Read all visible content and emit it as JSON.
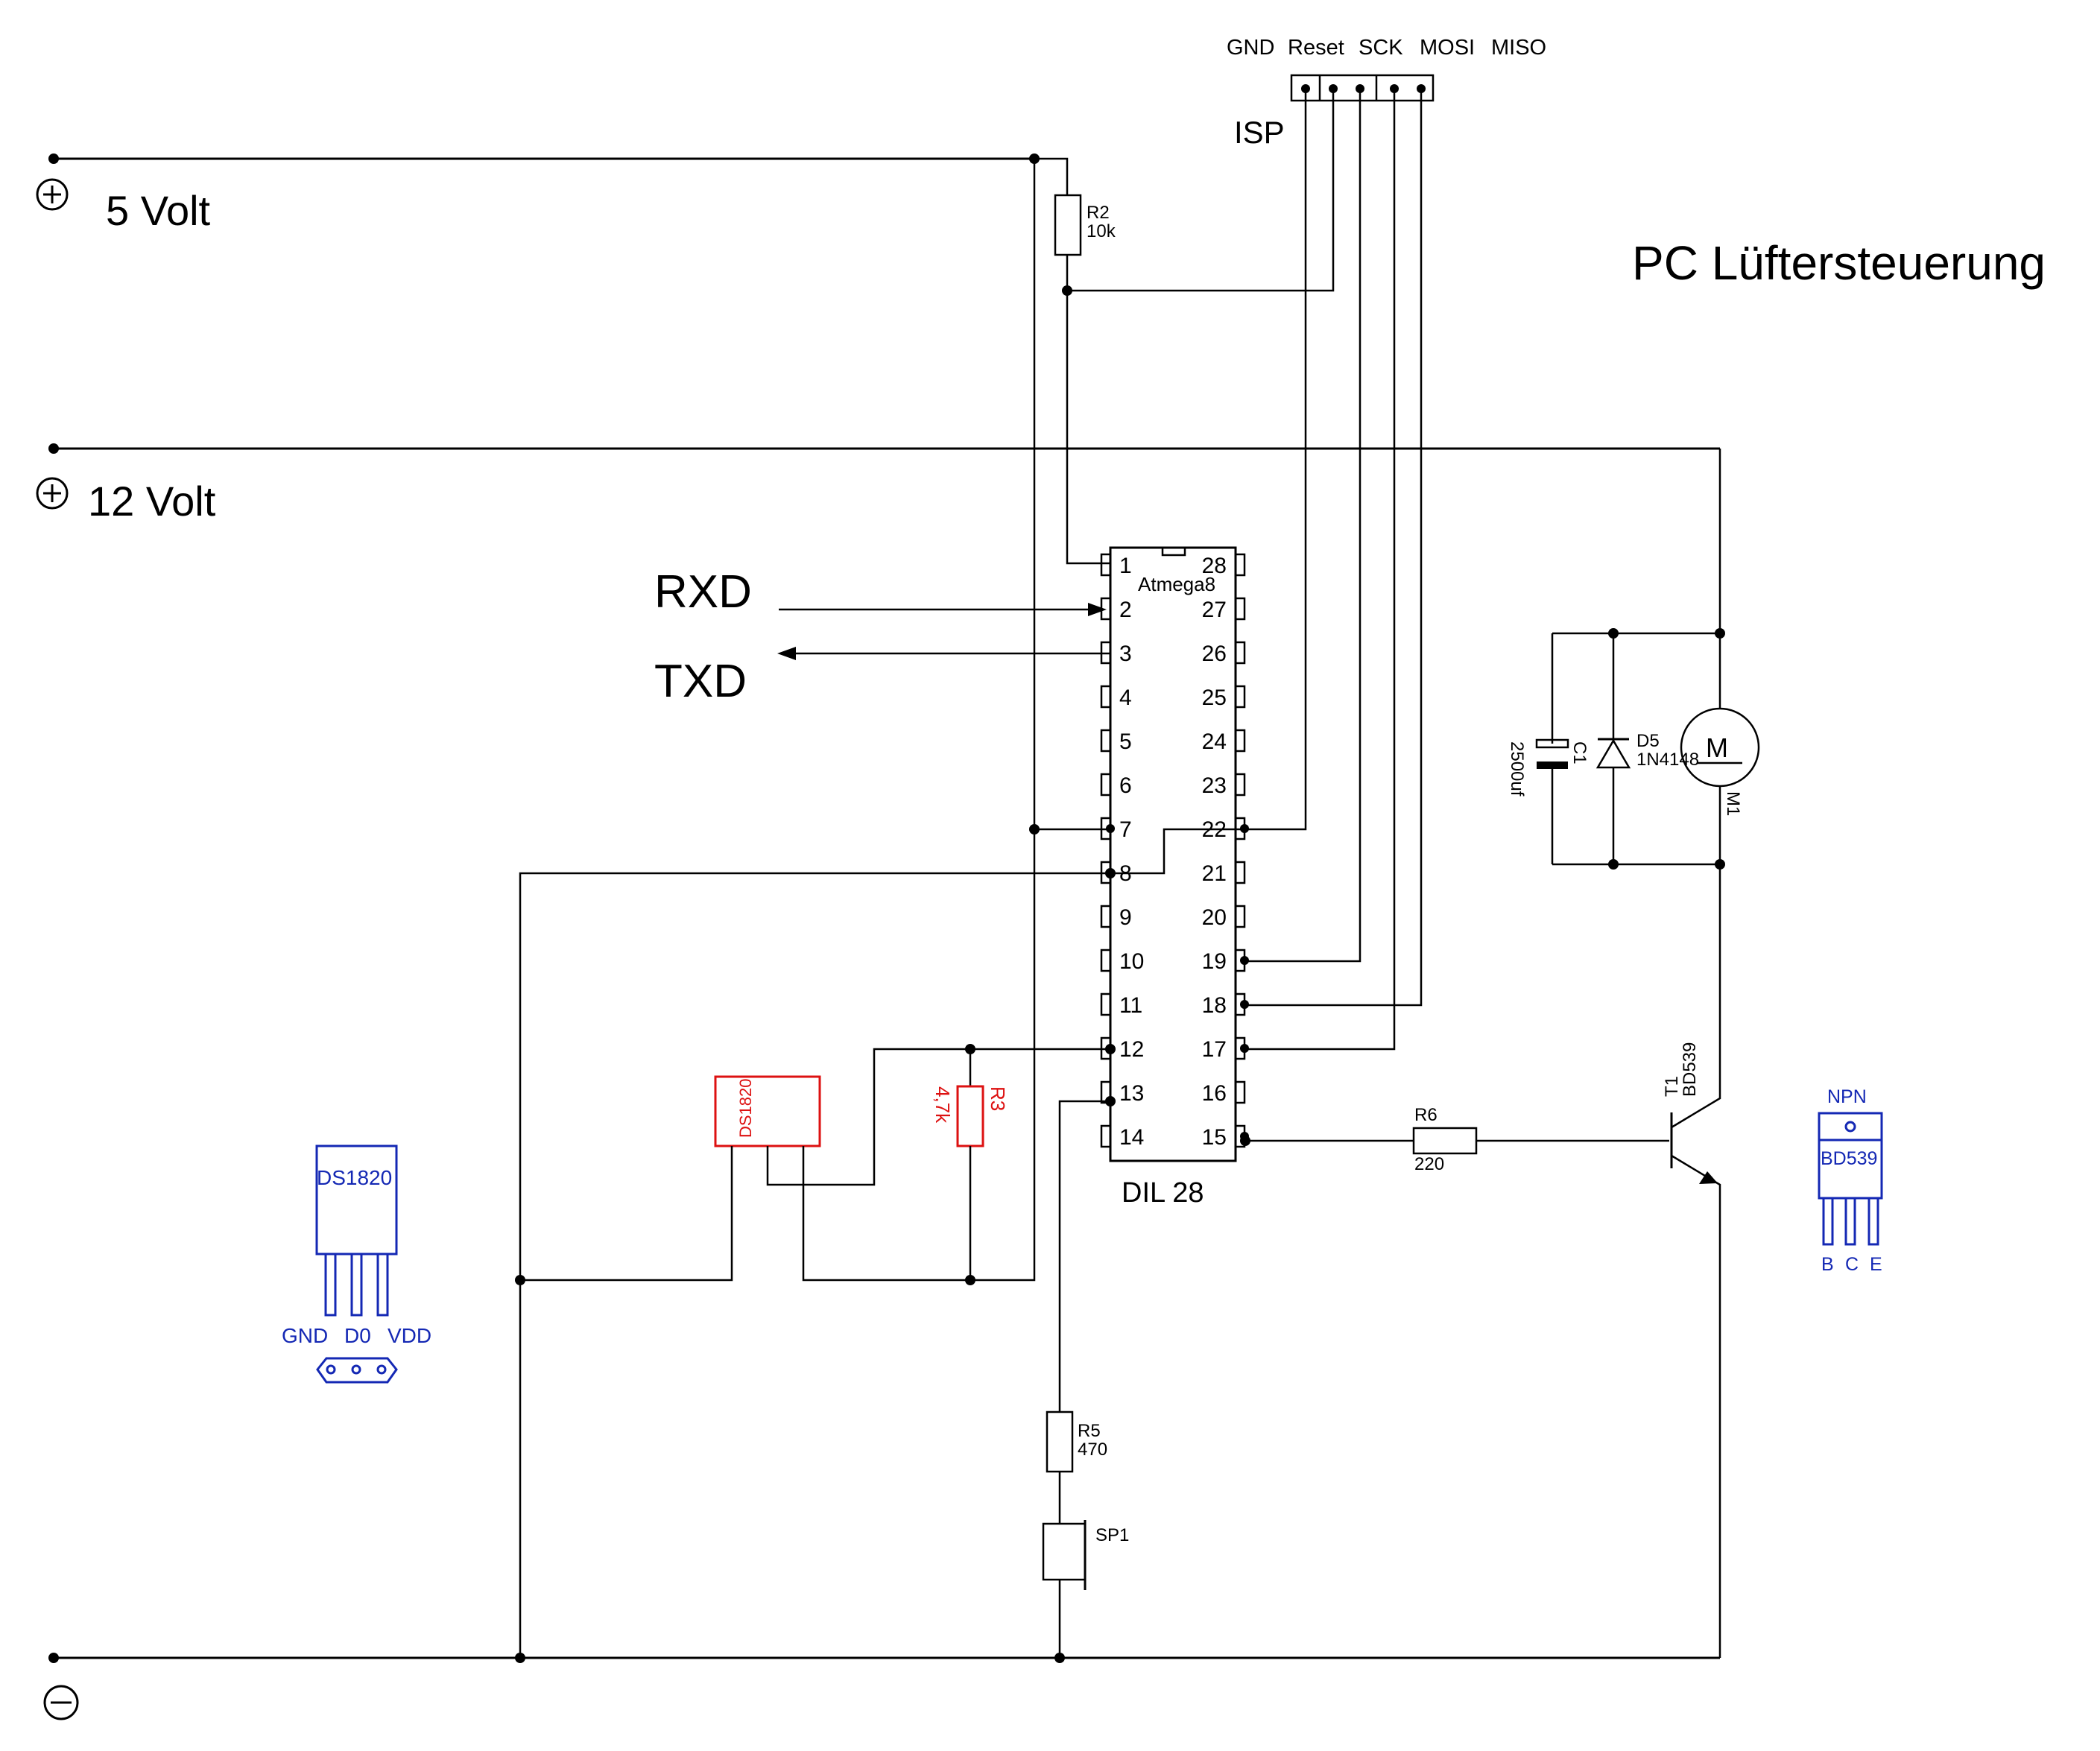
{
  "title": "PC Lüftersteuerung",
  "rails": {
    "v5": "5 Volt",
    "v12": "12 Volt",
    "plus_symbol": "+",
    "minus_symbol": "−"
  },
  "signals": {
    "rxd": "RXD",
    "txd": "TXD"
  },
  "isp": {
    "label": "ISP",
    "pins": [
      "GND",
      "Reset",
      "SCK",
      "MOSI",
      "MISO"
    ]
  },
  "ic": {
    "name": "Atmega8",
    "package": "DIL 28",
    "left_pins": [
      "1",
      "2",
      "3",
      "4",
      "5",
      "6",
      "7",
      "8",
      "9",
      "10",
      "11",
      "12",
      "13",
      "14"
    ],
    "right_pins": [
      "28",
      "27",
      "26",
      "25",
      "24",
      "23",
      "22",
      "21",
      "20",
      "19",
      "18",
      "17",
      "16",
      "15"
    ]
  },
  "components": {
    "r2": {
      "ref": "R2",
      "value": "10k"
    },
    "r3": {
      "ref": "R3",
      "value": "4,7k"
    },
    "r5": {
      "ref": "R5",
      "value": "470"
    },
    "r6": {
      "ref": "R6",
      "value": "220"
    },
    "c1": {
      "ref": "C1",
      "value": "2500uf"
    },
    "d5": {
      "ref": "D5",
      "value": "1N4148"
    },
    "m1": {
      "ref": "M1",
      "symbol": "M"
    },
    "t1": {
      "ref": "T1",
      "value": "BD539"
    },
    "sp1": {
      "ref": "SP1"
    },
    "sensor": {
      "name": "DS1820"
    }
  },
  "ds1820_pinout": {
    "name": "DS1820",
    "pins": [
      "GND",
      "D0",
      "VDD"
    ]
  },
  "bd539_pinout": {
    "type": "NPN",
    "name": "BD539",
    "pins": [
      "B",
      "C",
      "E"
    ]
  },
  "colors": {
    "wire": "#000000",
    "sensor": "#dd1111",
    "pinout": "#1428b4"
  }
}
